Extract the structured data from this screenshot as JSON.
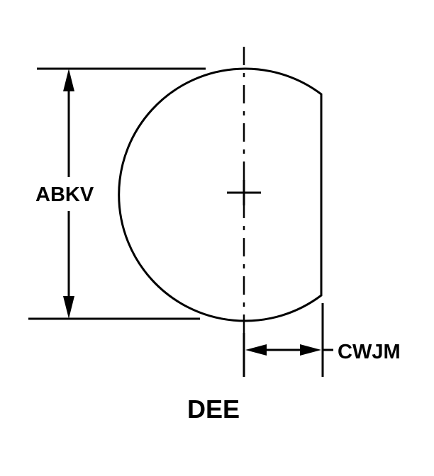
{
  "labels": {
    "height_dimension": "ABKV",
    "flat_dimension": "CWJM",
    "shape_name": "DEE"
  },
  "colors": {
    "line": "#000000",
    "background": "#ffffff"
  }
}
